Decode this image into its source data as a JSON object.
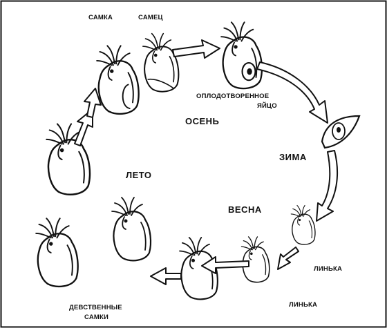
{
  "labels": {
    "female": "САМКА",
    "male": "САМЕЦ",
    "fertilized_egg_line1": "ОПЛОДОТВОРЕННОЕ",
    "fertilized_egg_line2": "ЯЙЦО",
    "autumn": "ОСЕНЬ",
    "winter": "ЗИМА",
    "spring": "ВЕСНА",
    "summer": "ЛЕТО",
    "molt_1": "ЛИНЬКА",
    "molt_2": "ЛИНЬКА",
    "virgin_females_line1": "ДЕВСТВЕННЫЕ",
    "virgin_females_line2": "САМКИ"
  }
}
